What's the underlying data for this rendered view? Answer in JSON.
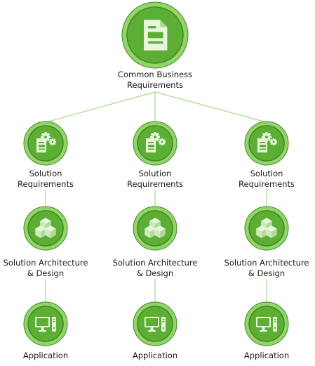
{
  "colors": {
    "node_fill": "#5cae35",
    "node_ring": "#93d46a",
    "node_outline": "#3f8a22",
    "icon_light": "#e7f6dc",
    "icon_dark": "#5cae35",
    "connector": "#a8d98a"
  },
  "root": {
    "icon": "document-icon",
    "label_lines": [
      "Common Business",
      "Requirements"
    ]
  },
  "branches": [
    {
      "requirements": {
        "icon": "document-gears-icon",
        "label_lines": [
          "Solution",
          "Requirements"
        ]
      },
      "architecture": {
        "icon": "cubes-icon",
        "label_lines": [
          "Solution Architecture",
          "& Design"
        ]
      },
      "application": {
        "icon": "computer-icon",
        "label_lines": [
          "Application"
        ]
      }
    },
    {
      "requirements": {
        "icon": "document-gears-icon",
        "label_lines": [
          "Solution",
          "Requirements"
        ]
      },
      "architecture": {
        "icon": "cubes-icon",
        "label_lines": [
          "Solution Architecture",
          "& Design"
        ]
      },
      "application": {
        "icon": "computer-icon",
        "label_lines": [
          "Application"
        ]
      }
    },
    {
      "requirements": {
        "icon": "document-gears-icon",
        "label_lines": [
          "Solution",
          "Requirements"
        ]
      },
      "architecture": {
        "icon": "cubes-icon",
        "label_lines": [
          "Solution Architecture",
          "& Design"
        ]
      },
      "application": {
        "icon": "computer-icon",
        "label_lines": [
          "Application"
        ]
      }
    }
  ]
}
